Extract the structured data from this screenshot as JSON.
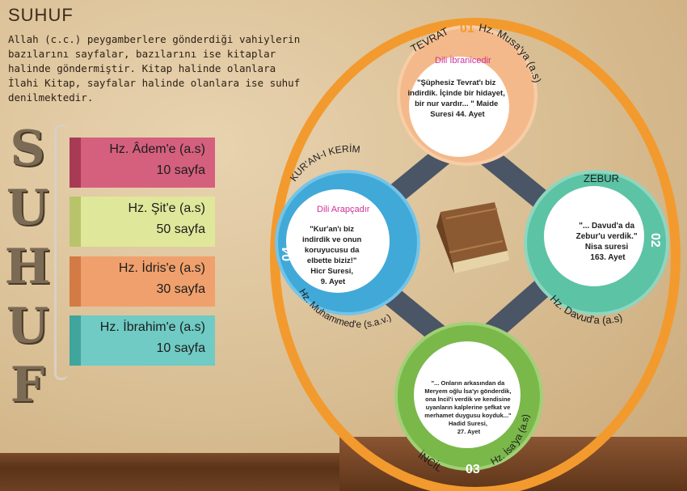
{
  "title": "SUHUF",
  "intro": "Allah (c.c.) peygamberlere gönderdiği vahiylerin bazılarını sayfalar, bazılarını ise kitaplar halinde göndermiştir. Kitap halinde olanlara İlahi Kitap, sayfalar halinde olanlara ise suhuf denilmektedir.",
  "side_word": [
    "S",
    "U",
    "H",
    "U",
    "F"
  ],
  "suhuf_cards": [
    {
      "name": "Hz. Âdem'e (a.s)",
      "pages": "10 sayfa",
      "color": "#d4607e"
    },
    {
      "name": "Hz. Şit'e (a.s)",
      "pages": "50 sayfa",
      "color": "#dfe89a"
    },
    {
      "name": "Hz. İdris'e (a.s)",
      "pages": "30 sayfa",
      "color": "#f0a06c"
    },
    {
      "name": "Hz. İbrahim'e (a.s)",
      "pages": "10 sayfa",
      "color": "#6fcbc4"
    }
  ],
  "books": {
    "tevrat": {
      "label": "TEVRAT",
      "number": "01",
      "prophet": "Hz. Musa'ya (a.s)",
      "language": "Dili İbranicedir",
      "quote_lines": [
        "\"Şüphesiz Tevrat'ı biz",
        "indirdik. İçinde bir hidayet,",
        "bir nur vardır... \" Maide",
        "Suresi 44. Ayet"
      ],
      "color": "#f4b98a"
    },
    "zebur": {
      "label": "ZEBUR",
      "number": "02",
      "prophet": "Hz. Davud'a (a.s)",
      "quote_lines": [
        "\"... Davud'a da",
        "Zebur'u verdik.\"",
        "Nisa suresi",
        "163. Ayet"
      ],
      "color": "#5cc3a5"
    },
    "incil": {
      "label": "İNCİL",
      "number": "03",
      "prophet": "Hz. İsa'ya (a.s)",
      "quote_lines": [
        "\"... Onların arkasından da",
        "Meryem oğlu İsa'yı gönderdik,",
        "ona İncil'i verdik ve kendisine",
        "uyanların kalplerine şefkat ve",
        "merhamet duygusu koyduk...\"",
        "Hadid Suresi,",
        "27. Ayet"
      ],
      "color": "#7ab84a"
    },
    "kuran": {
      "label": "KUR'AN-I KERİM",
      "number": "04",
      "prophet": "Hz. Muhammed'e (s.a.v.)",
      "language": "Dili Arapçadır",
      "quote_lines": [
        "\"Kur'an'ı biz",
        "indirdik ve onun",
        "koruyucusu da",
        "elbette biziz!\"",
        "Hicr Suresi,",
        "9. Ayet"
      ],
      "color": "#41a9d8"
    }
  },
  "colors": {
    "orbit": "#f39a2e",
    "connector": "#4a5566",
    "language_text": "#d0309a"
  }
}
